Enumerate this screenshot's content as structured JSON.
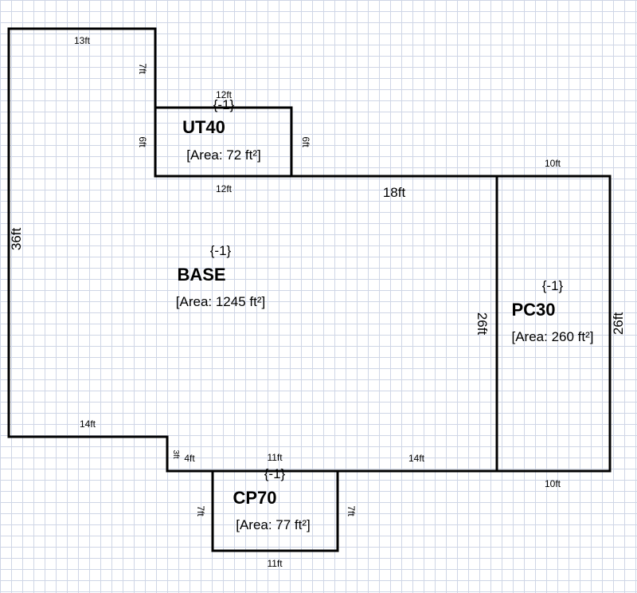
{
  "areas": {
    "base": {
      "id": "{-1}",
      "name": "BASE",
      "area": "[Area: 1245 ft²]"
    },
    "ut40": {
      "id": "{-1}",
      "name": "UT40",
      "area": "[Area: 72 ft²]"
    },
    "pc30": {
      "id": "{-1}",
      "name": "PC30",
      "area": "[Area: 260 ft²]"
    },
    "cp70": {
      "id": "{-1}",
      "name": "CP70",
      "area": "[Area: 77 ft²]"
    }
  },
  "dimensions": {
    "base_top": "13ft",
    "base_notch_right": "7ft",
    "base_left": "36ft",
    "base_bottom_left": "14ft",
    "base_step": "3ft",
    "base_bottom_mid": "4ft",
    "base_bottom_right": "14ft",
    "base_right_top": "18ft",
    "base_right": "26ft",
    "ut40_top": "12ft",
    "ut40_left": "6ft",
    "ut40_right": "6ft",
    "ut40_bottom": "12ft",
    "pc30_top": "10ft",
    "pc30_right": "26ft",
    "pc30_bottom": "10ft",
    "cp70_top": "11ft",
    "cp70_left": "7ft",
    "cp70_right": "7ft",
    "cp70_bottom": "11ft"
  }
}
